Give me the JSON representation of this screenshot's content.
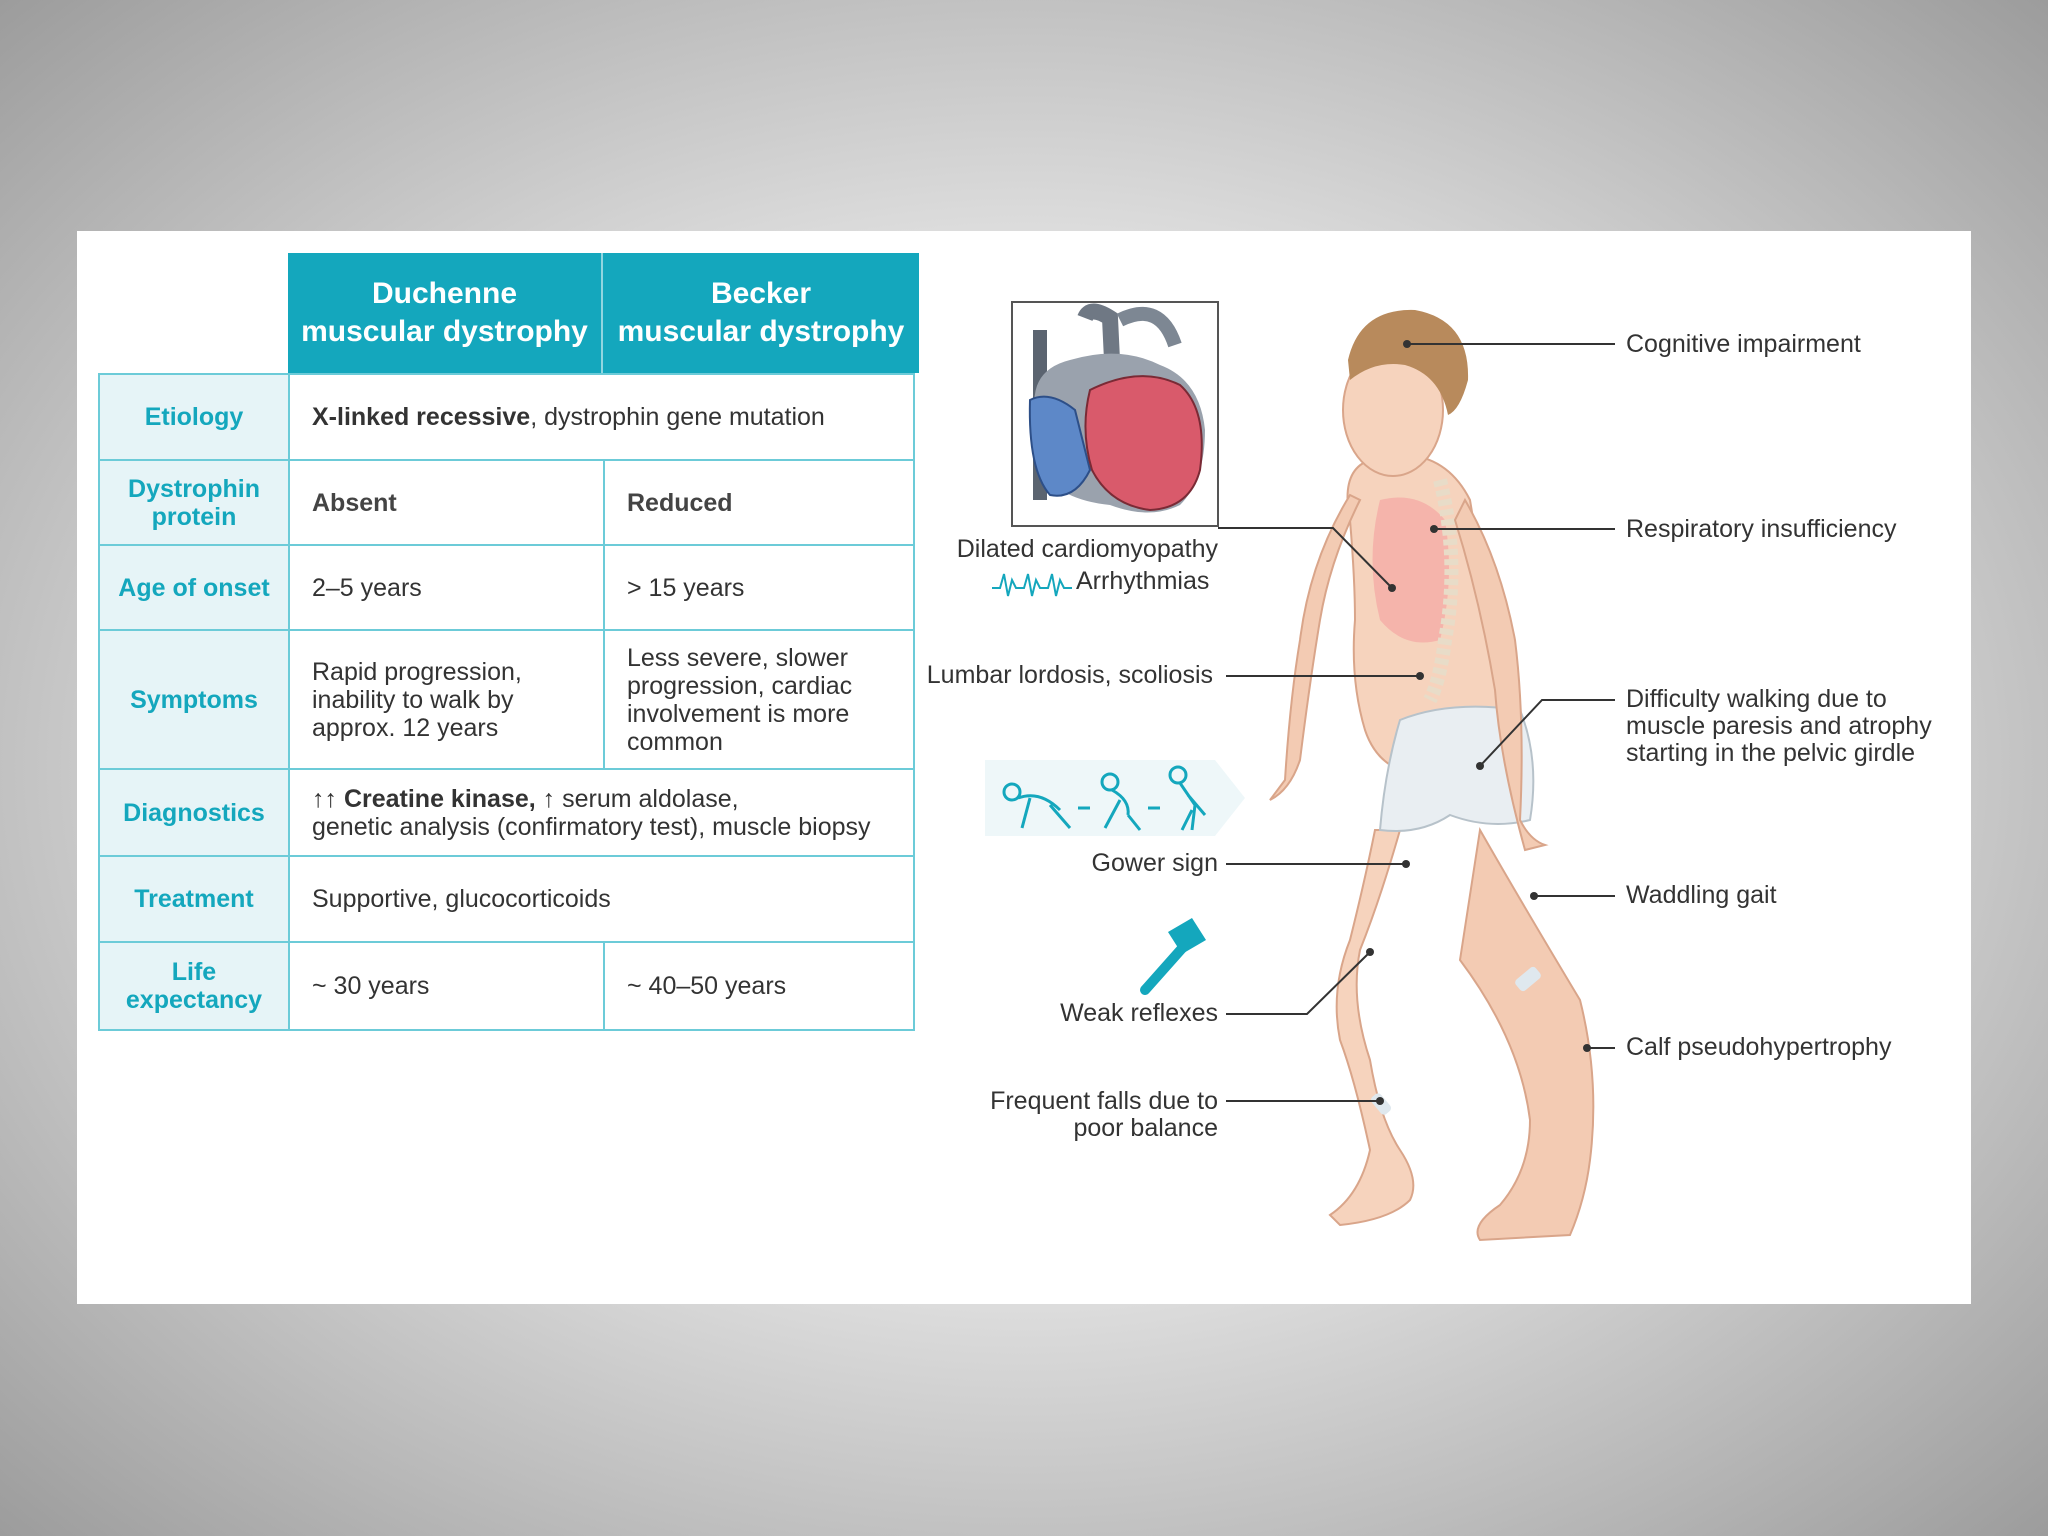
{
  "table": {
    "header": {
      "duchenne": [
        "Duchenne",
        "muscular dystrophy"
      ],
      "becker": [
        "Becker",
        "muscular dystrophy"
      ]
    },
    "rows": {
      "etiology": {
        "label": "Etiology",
        "value_bold": "X-linked recessive",
        "value_rest": ", dystrophin gene mutation"
      },
      "dystrophin": {
        "label": [
          "Dystrophin",
          "protein"
        ],
        "duchenne": "Absent",
        "becker": "Reduced"
      },
      "onset": {
        "label": "Age of onset",
        "duchenne": "2–5 years",
        "becker": "> 15 years"
      },
      "symptoms": {
        "label": "Symptoms",
        "duchenne": [
          "Rapid progression,",
          "inability to walk by",
          "approx. 12 years"
        ],
        "becker": [
          "Less severe, slower",
          "progression, cardiac",
          "involvement is more",
          "common"
        ]
      },
      "diagnostics": {
        "label": "Diagnostics",
        "bold": "↑↑ Creatine kinase,",
        "rest1": " ↑ serum aldolase,",
        "rest2": "genetic analysis (confirmatory test), muscle biopsy"
      },
      "treatment": {
        "label": "Treatment",
        "value": "Supportive, glucocorticoids"
      },
      "life": {
        "label": [
          "Life",
          "expectancy"
        ],
        "duchenne": "~ 30 years",
        "becker": "~ 40–50 years"
      }
    }
  },
  "figure": {
    "left_labels": {
      "cardio": "Dilated cardiomyopathy",
      "arrhythmias": "Arrhythmias",
      "lordosis": "Lumbar lordosis, scoliosis",
      "gower": "Gower sign",
      "reflexes": "Weak reflexes",
      "falls": [
        "Frequent falls due to",
        "poor balance"
      ]
    },
    "right_labels": {
      "cognitive": "Cognitive impairment",
      "respiratory": "Respiratory insufficiency",
      "walking": [
        "Difficulty walking due to",
        "muscle paresis and atrophy",
        "starting in the pelvic girdle"
      ],
      "waddling": "Waddling gait",
      "calf": "Calf pseudohypertrophy"
    },
    "icons": [
      "heart-icon",
      "ecg-icon",
      "gower-sign-icon",
      "reflex-hammer-icon",
      "bandage-icon",
      "human-figure-icon"
    ]
  },
  "colors": {
    "accent": "#14a7bd",
    "label_bg": "#e6f4f7",
    "border": "#6ccbd8",
    "skin": "#f6d3bd",
    "hair": "#b88a5c"
  }
}
